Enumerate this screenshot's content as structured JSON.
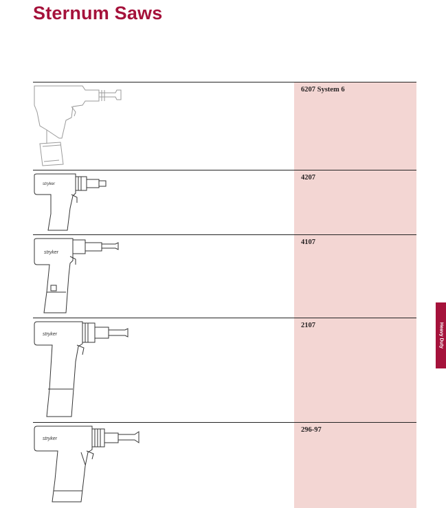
{
  "page_title": "Sternum Saws",
  "side_tab": "Heavy Duty",
  "brand_mark": "stryker",
  "accent_color": "#a5123b",
  "column_fill": "#f3d6d3",
  "rows": [
    {
      "model": "6207 System 6"
    },
    {
      "model": "4207"
    },
    {
      "model": "4107"
    },
    {
      "model": "2107"
    },
    {
      "model": "296-97"
    }
  ]
}
